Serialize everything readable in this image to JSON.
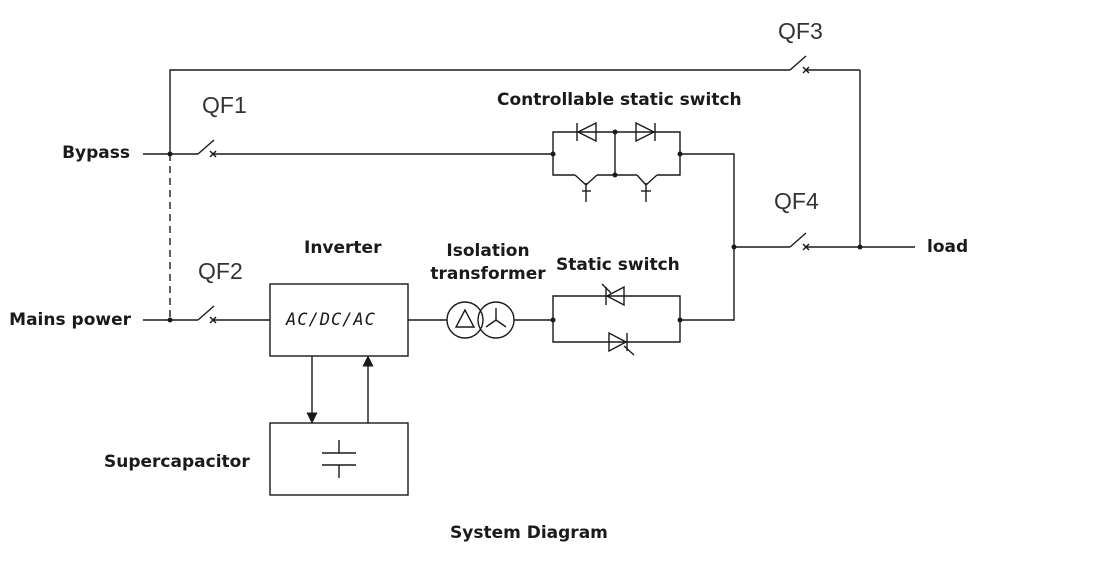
{
  "labels": {
    "bypass": "Bypass",
    "mains_power": "Mains power",
    "load": "load",
    "qf1": "QF1",
    "qf2": "QF2",
    "qf3": "QF3",
    "qf4": "QF4",
    "controllable_static_switch": "Controllable static switch",
    "inverter": "Inverter",
    "inverter_box_text": "AC/DC/AC",
    "isolation_transformer_line1": "Isolation",
    "isolation_transformer_line2": "transformer",
    "static_switch": "Static switch",
    "supercapacitor": "Supercapacitor",
    "caption": "System Diagram"
  },
  "colors": {
    "line": "#1a1a1a",
    "text": "#1a1a1a",
    "background": "#ffffff"
  },
  "icons": [
    "breaker-switch-icon",
    "thyristor-icon",
    "diode-icon",
    "igbt-transistor-icon",
    "transformer-icon",
    "capacitor-icon"
  ]
}
